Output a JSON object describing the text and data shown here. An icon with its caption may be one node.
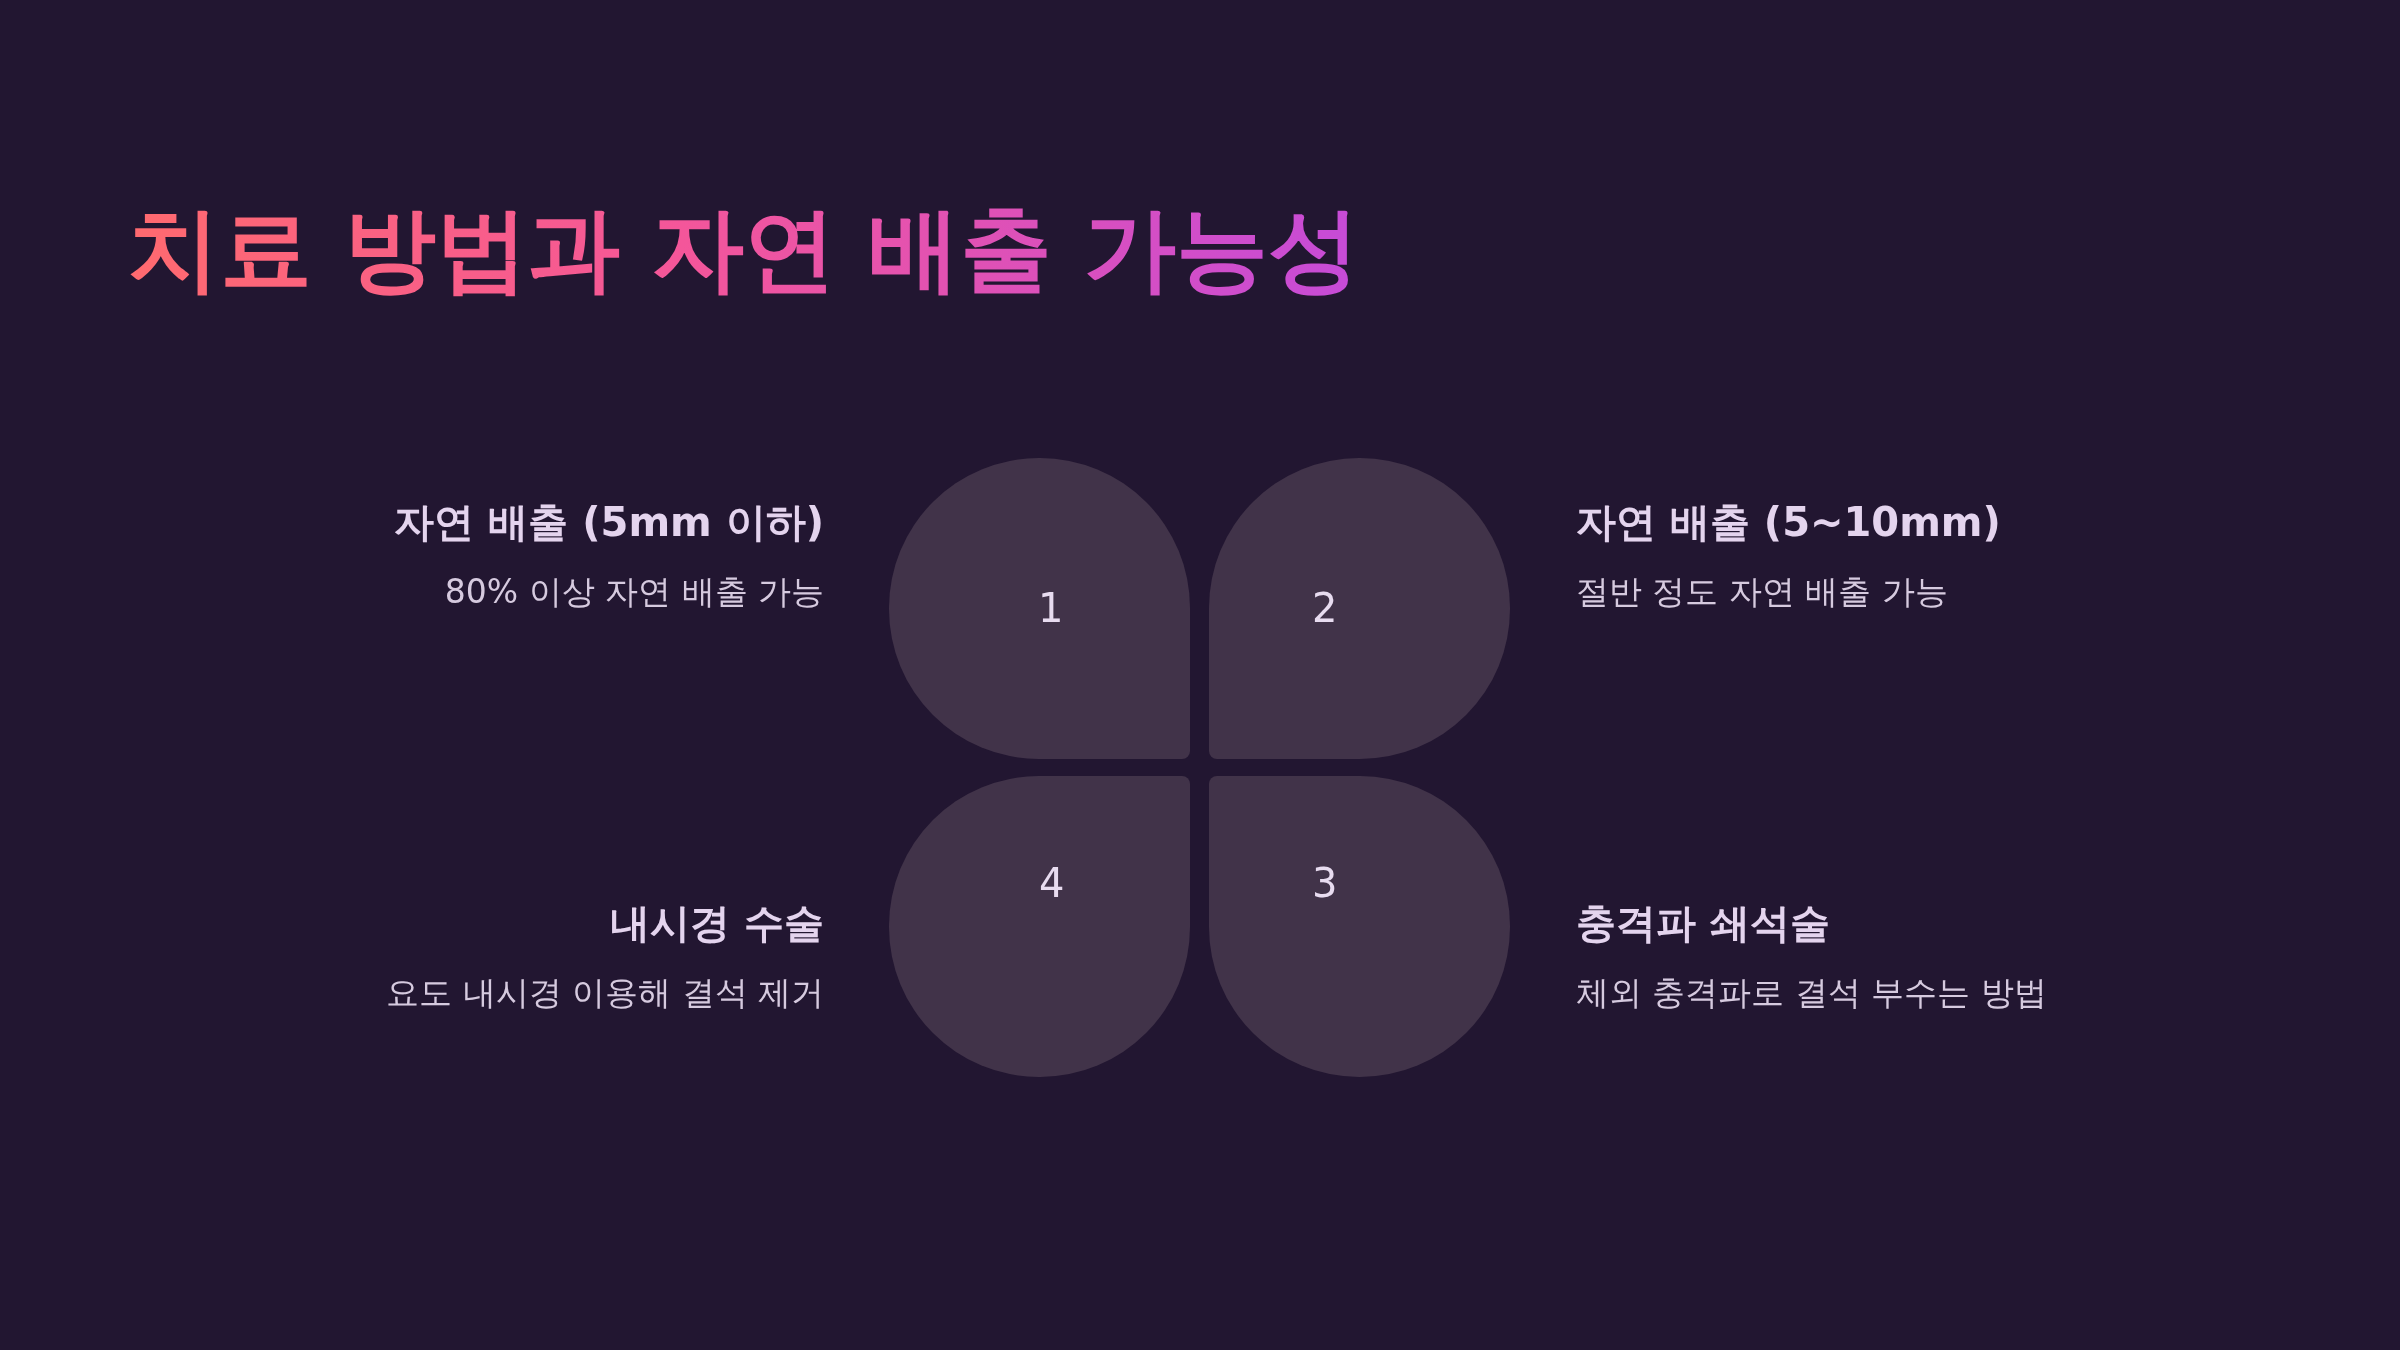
{
  "diagram": {
    "title": "치료 방법과 자연 배출 가능성",
    "nodes": [
      {
        "text": [
          "1"
        ],
        "beside": [
          "자연 배출 (5mm 이하)",
          "80% 이상 자연 배출 가능"
        ]
      },
      {
        "text": [
          "2"
        ],
        "beside": [
          "자연 배출 (5~10mm)",
          "절반 정도 자연 배출 가능"
        ]
      },
      {
        "text": [
          "4"
        ],
        "beside": [
          "내시경 수술",
          "요도 내시경 이용해 결석 제거"
        ]
      },
      {
        "text": [
          "3"
        ],
        "beside": [
          "충격파 쇄석술",
          "체외 충격파로 결석 부수는 방법"
        ]
      }
    ]
  }
}
